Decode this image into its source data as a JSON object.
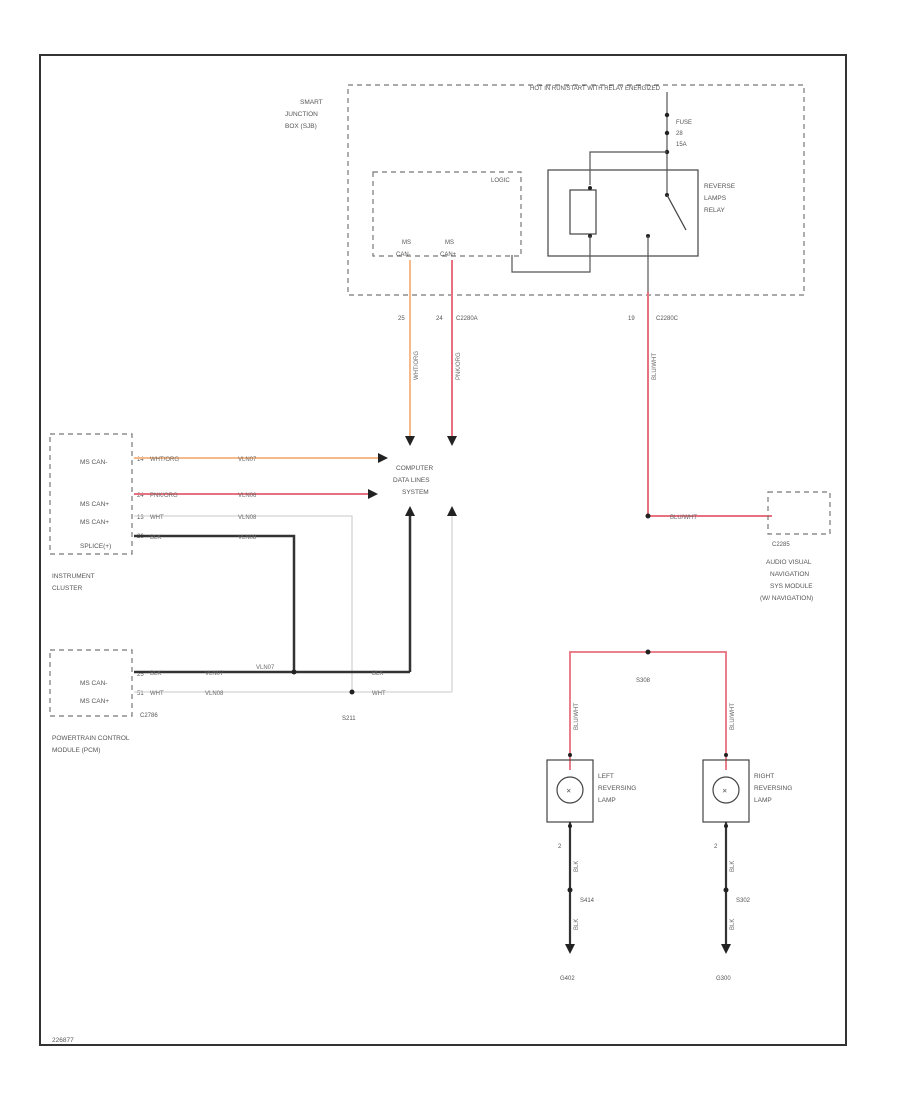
{
  "colors": {
    "orange": "#f5b98a",
    "pink": "#e8717f",
    "black": "#333333",
    "white_wire": "#d4d4d4",
    "frame": "#333333"
  },
  "title_top": "HOT IN RUN/START WITH RELAY ENERGIZED",
  "smart_junction_box": {
    "name_line1": "SMART",
    "name_line2": "JUNCTION",
    "name_line3": "BOX (SJB)",
    "fuse_line1": "FUSE",
    "fuse_line2": "28",
    "fuse_line3": "15A",
    "relay_line1": "REVERSE",
    "relay_line2": "LAMPS",
    "relay_line3": "RELAY",
    "logic_label": "LOGIC",
    "can_left_line1": "MS",
    "can_left_line2": "CAN-",
    "can_right_line1": "MS",
    "can_right_line2": "CAN+"
  },
  "pins": {
    "pin_a": "25",
    "pin_b": "24",
    "conn_b": "C2280A",
    "pin_c": "19",
    "conn_c": "C2280C"
  },
  "wire_labels": {
    "vert_orange": "WHT/ORG",
    "vert_pink": "PNK/ORG",
    "vert_relay": "BLU/WHT",
    "cluster_1": "WHT/ORG",
    "cluster_2": "PNK/ORG",
    "cluster_3": "WHT",
    "cluster_4": "BLK",
    "pcm_1": "BLK",
    "pcm_2": "WHT",
    "pcm_3": "BLK",
    "pcm_4": "WHT",
    "relay_out": "BLU/WHT",
    "lamp_l_top": "BLU/WHT",
    "lamp_r_top": "BLU/WHT",
    "lamp_l_bot": "BLK",
    "lamp_r_bot": "BLK",
    "lamp_l_gnd": "BLK",
    "lamp_r_gnd": "BLK"
  },
  "cluster_pins": {
    "p1": "14",
    "p2": "24",
    "p3": "13",
    "p4": "26"
  },
  "cluster_circuits": {
    "c1": "VLN07",
    "c2": "VLN06",
    "c3": "VLN08",
    "c4": "VLN08"
  },
  "pcm_pins": {
    "p1": "25",
    "p2": "51"
  },
  "pcm_circuits": {
    "c1": "VLN07",
    "c2": "VLN08",
    "c3": "VLN07"
  },
  "computer_data_lines": {
    "line1": "COMPUTER",
    "line2": "DATA LINES",
    "line3": "SYSTEM"
  },
  "instrument_cluster": {
    "row1": "MS CAN-",
    "row2": "MS CAN+",
    "row3": "MS CAN+",
    "row4": "SPLICE(+)",
    "name_line1": "INSTRUMENT",
    "name_line2": "CLUSTER"
  },
  "pcm": {
    "row1": "MS CAN-",
    "row2": "MS CAN+",
    "conn": "C2786",
    "name_line1": "POWERTRAIN CONTROL",
    "name_line2": "MODULE (PCM)",
    "splice": "S211"
  },
  "navigation": {
    "conn": "C2285",
    "line1": "AUDIO VISUAL",
    "line2": "NAVIGATION",
    "line3": "SYS MODULE",
    "line4": "(W/ NAVIGATION)",
    "wire": "BLU/WHT"
  },
  "lamps": {
    "splice_top": "S308",
    "left_line1": "LEFT",
    "left_line2": "REVERSING",
    "left_line3": "LAMP",
    "right_line1": "RIGHT",
    "right_line2": "REVERSING",
    "right_line3": "LAMP",
    "left_pin": "2",
    "right_pin": "2",
    "left_splice": "S414",
    "right_splice": "S302",
    "left_ground": "G402",
    "right_ground": "G300"
  },
  "footer_id": "226877"
}
